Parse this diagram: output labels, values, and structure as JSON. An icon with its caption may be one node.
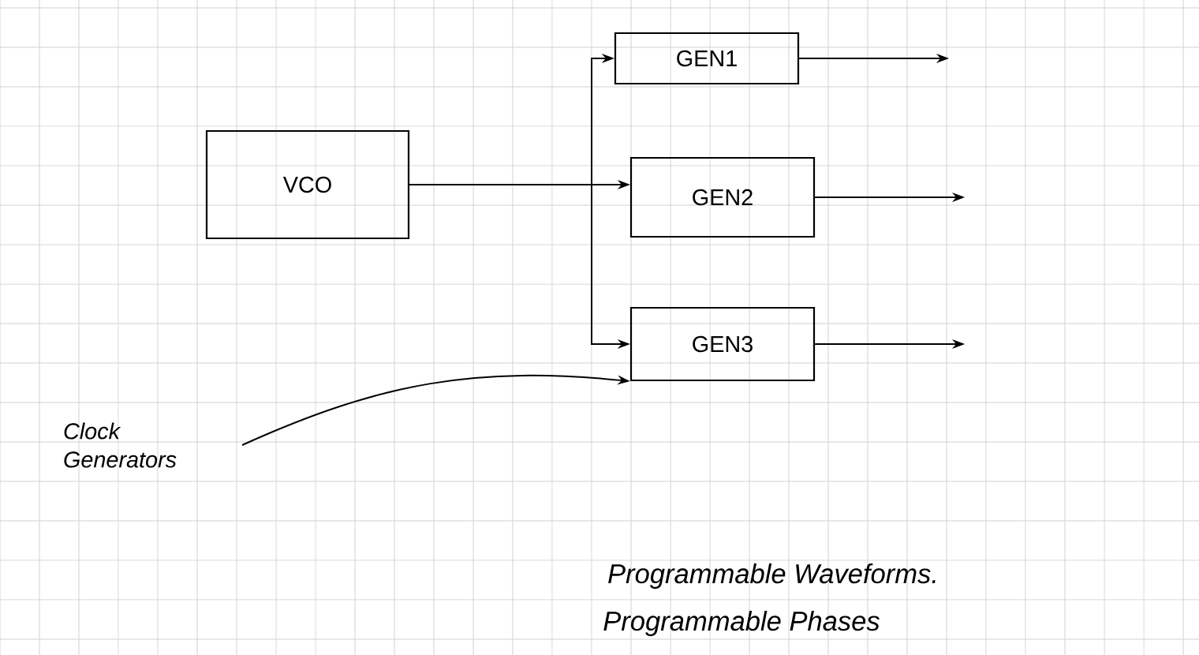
{
  "diagram": {
    "nodes": [
      {
        "text": [
          "VCO"
        ]
      },
      {
        "text": [
          "GEN1"
        ]
      },
      {
        "text": [
          "GEN2"
        ]
      },
      {
        "text": [
          "GEN3"
        ]
      },
      {
        "text": [
          "Clock Generators"
        ]
      }
    ],
    "edges": [
      {
        "from": 0,
        "to": 1,
        "arrow": "to"
      },
      {
        "from": 0,
        "to": 2,
        "arrow": "to"
      },
      {
        "from": 0,
        "to": 3,
        "arrow": "to"
      },
      {
        "from": 1,
        "to": null,
        "arrow": "to"
      },
      {
        "from": 2,
        "to": null,
        "arrow": "to"
      },
      {
        "from": 3,
        "to": null,
        "arrow": "to"
      },
      {
        "from": 4,
        "to": 3,
        "arrow": "to"
      }
    ],
    "labels": [
      "Programmable Waveforms.",
      "Programmable Phases"
    ]
  }
}
